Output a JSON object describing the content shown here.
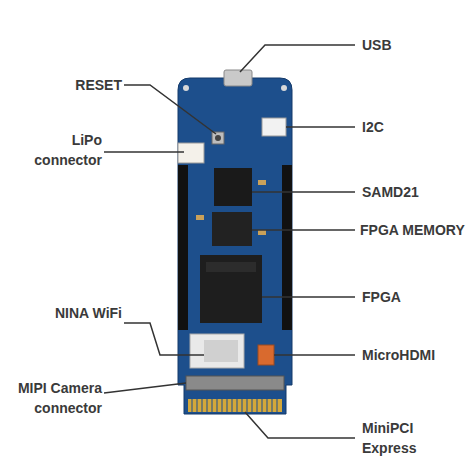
{
  "diagram": {
    "labels": [
      "USB",
      "RESET",
      "I2C",
      "LiPo connector",
      "SAMD21",
      "FPGA MEMORY",
      "FPGA",
      "NINA WiFi",
      "MicroHDMI",
      "MIPI Camera connector",
      "MiniPCI Express"
    ]
  }
}
